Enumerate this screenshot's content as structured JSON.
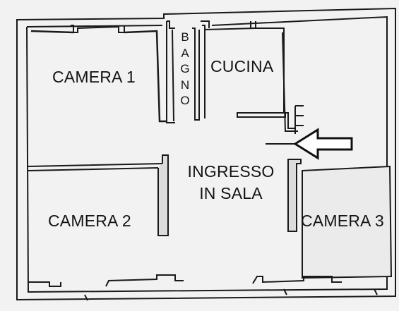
{
  "rooms": {
    "camera1": "CAMERA 1",
    "camera2": "CAMERA 2",
    "camera3": "CAMERA 3",
    "cucina": "CUCINA",
    "bagno_letters": [
      "B",
      "A",
      "G",
      "N",
      "O"
    ],
    "ingresso_line1": "INGRESSO",
    "ingresso_line2": "IN SALA"
  },
  "colors": {
    "wall": "#1a1a1a",
    "wall_fill": "#d8d8d8",
    "room": "#ebebeb",
    "background": "#f2f2f2"
  },
  "icons": {
    "entrance": "arrow-left-icon"
  }
}
